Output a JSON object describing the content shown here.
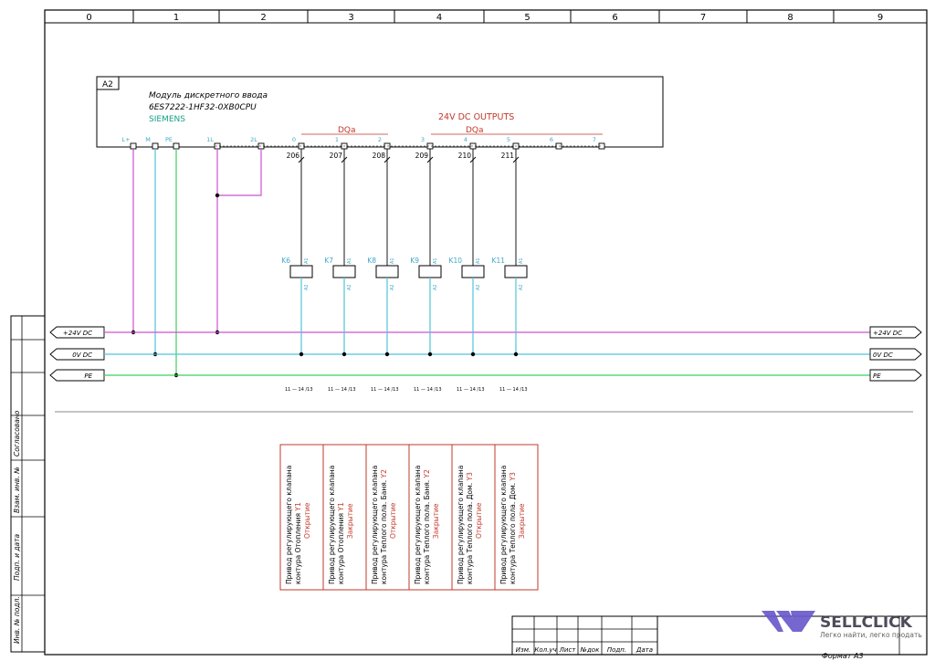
{
  "grid": {
    "columns": [
      "0",
      "1",
      "2",
      "3",
      "4",
      "5",
      "6",
      "7",
      "8",
      "9"
    ]
  },
  "module": {
    "tag": "A2",
    "title": "Модуль дискретного ввода",
    "part_number": "6ES7222-1HF32-0XB0CPU",
    "manufacturer": "SIEMENS",
    "outputs_title": "24V DC OUTPUTS",
    "group_label": "DQa",
    "group_label_right": "DQa",
    "terminals": [
      {
        "label": "L+"
      },
      {
        "label": "M"
      },
      {
        "label": "PE"
      },
      {
        "label": "1L"
      },
      {
        "label": "2L"
      },
      {
        "label": "0"
      },
      {
        "label": "1"
      },
      {
        "label": "2"
      },
      {
        "label": "3"
      },
      {
        "label": "4"
      },
      {
        "label": "5"
      },
      {
        "label": "6"
      },
      {
        "label": "7"
      }
    ]
  },
  "outputs": [
    {
      "wire": "206",
      "relay": "K6",
      "coil_top": "A1",
      "coil_bottom": "A2",
      "contact": "11 — 14 /13",
      "desc_line1": "Привод регулирующего клапана",
      "desc_line2": "контура Отопления",
      "desc_tag": "Y1",
      "desc_state": "Открытие"
    },
    {
      "wire": "207",
      "relay": "K7",
      "coil_top": "A1",
      "coil_bottom": "A2",
      "contact": "11 — 14 /13",
      "desc_line1": "Привод регулирующего клапана",
      "desc_line2": "контура Отопления",
      "desc_tag": "Y1",
      "desc_state": "Закрытие"
    },
    {
      "wire": "208",
      "relay": "K8",
      "coil_top": "A1",
      "coil_bottom": "A2",
      "contact": "11 — 14 /13",
      "desc_line1": "Привод регулирующего клапана",
      "desc_line2": "контура Теплого пола. Баня.",
      "desc_tag": "Y2",
      "desc_state": "Открытие"
    },
    {
      "wire": "209",
      "relay": "K9",
      "coil_top": "A1",
      "coil_bottom": "A2",
      "contact": "11 — 14 /13",
      "desc_line1": "Привод регулирующего клапана",
      "desc_line2": "контура Теплого пола. Баня.",
      "desc_tag": "Y2",
      "desc_state": "Закрытие"
    },
    {
      "wire": "210",
      "relay": "K10",
      "coil_top": "A1",
      "coil_bottom": "A2",
      "contact": "11 — 14 /13",
      "desc_line1": "Привод регулирующего клапана",
      "desc_line2": "контура Теплого пола. Дом.",
      "desc_tag": "Y3",
      "desc_state": "Открытие"
    },
    {
      "wire": "211",
      "relay": "K11",
      "coil_top": "A1",
      "coil_bottom": "A2",
      "contact": "11 — 14 /13",
      "desc_line1": "Привод регулирующего клапана",
      "desc_line2": "контура Теплого пола. Дом.",
      "desc_tag": "Y3",
      "desc_state": "Закрытие"
    }
  ],
  "buses": [
    {
      "label": "+24V DC",
      "color": "#d14fd1"
    },
    {
      "label": "0V DC",
      "color": "#4fc3d9"
    },
    {
      "label": "PE",
      "color": "#3fcf5f"
    }
  ],
  "side_stamp": {
    "agreed": "Согласовано",
    "fields": [
      "Взам. инв. №",
      "Подп. и дата",
      "Инв. № подл."
    ]
  },
  "title_block": {
    "headers": [
      "Изм.",
      "Кол.уч",
      "Лист",
      "№док",
      "Подп.",
      "Дата"
    ]
  },
  "format_label": "Формат А3",
  "watermark": {
    "brand": "SELLCLICK",
    "tagline": "Легко найти, легко продать"
  },
  "colors": {
    "frame": "#000000",
    "annotation": "#c0392b",
    "siemens": "#16a085",
    "terminal_text": "#3fa7c9",
    "pos24": "#d14fd1",
    "zero_v": "#4fc3d9",
    "pe": "#3fcf5f",
    "watermark": "#6a5acd"
  }
}
